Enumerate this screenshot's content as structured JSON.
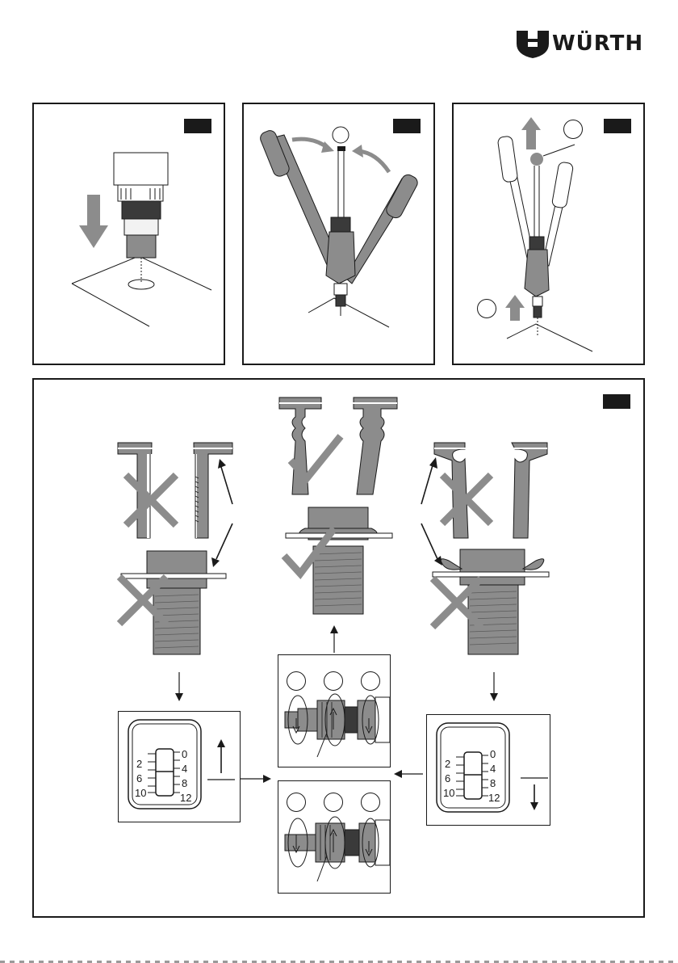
{
  "brand": {
    "name": "WÜRTH",
    "color": "#1a1a1a"
  },
  "colors": {
    "ink": "#1a1a1a",
    "gray": "#8c8c8c",
    "lightgray": "#d9d9d9"
  },
  "steps": [
    {
      "id": "step-1",
      "icon": "drill-into-hole-icon"
    },
    {
      "id": "step-2",
      "icon": "squeeze-handles-icon"
    },
    {
      "id": "step-3",
      "icon": "release-and-remove-icon"
    },
    {
      "id": "step-4",
      "icon": "adjust-stroke-icon"
    }
  ],
  "dial": {
    "left_labels": [
      "2",
      "6",
      "10"
    ],
    "right_labels": [
      "0",
      "4",
      "8",
      "12"
    ]
  },
  "result_icons": [
    "cross-icon",
    "cross-icon",
    "check-icon",
    "check-icon",
    "cross-icon",
    "cross-icon"
  ]
}
